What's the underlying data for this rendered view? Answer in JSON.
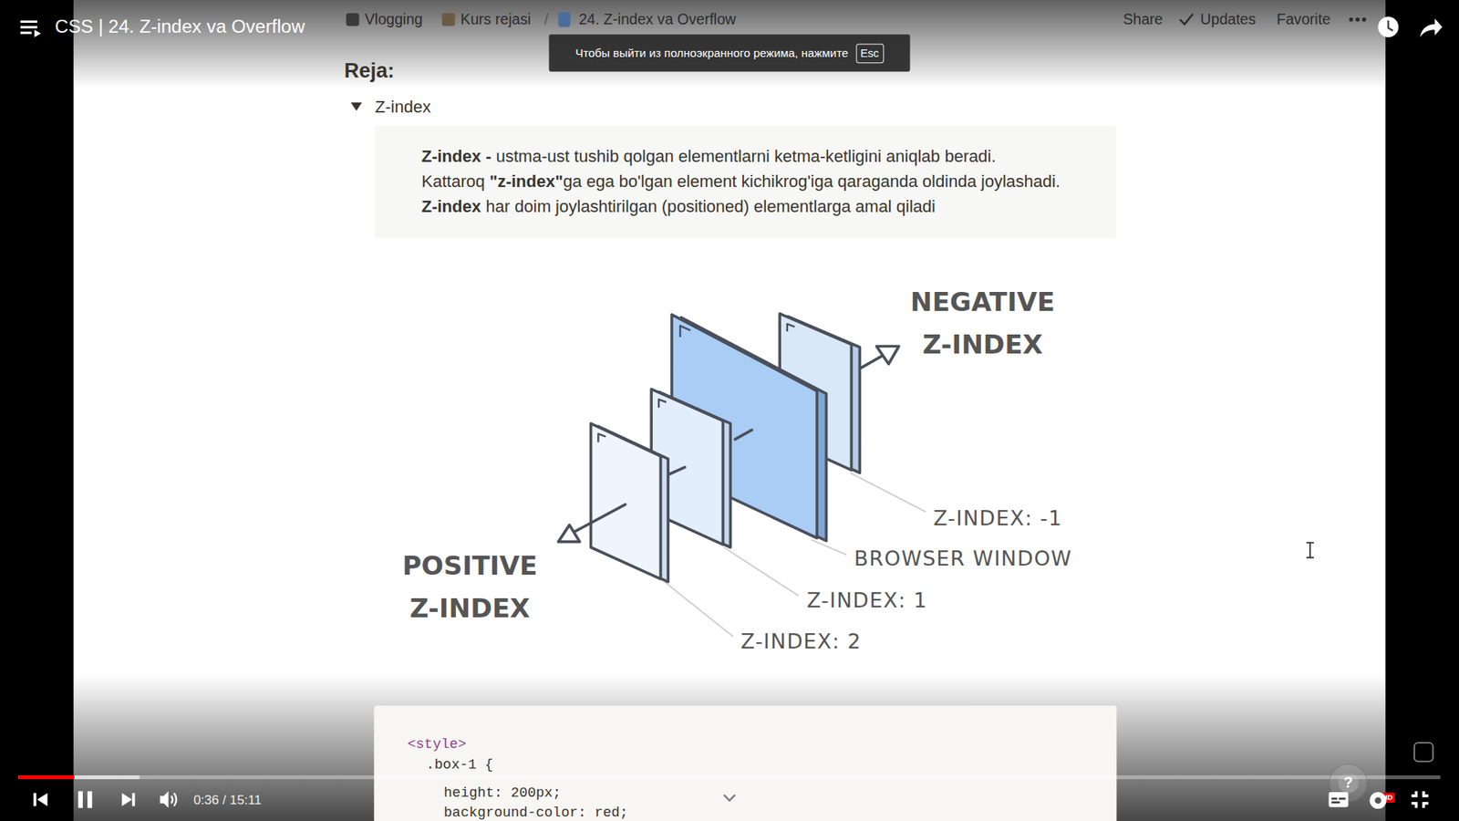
{
  "diagram": {
    "title": "CSS | 24. Z-index va Overflow",
    "nodes": [
      {
        "text": [
          "Чтобы выйти из полноэкранного режима, нажмите"
        ]
      },
      {
        "text": [
          "Esc"
        ],
        "in": 0
      },
      {
        "text": [
          "Z-index -",
          "ustma-ust tushib qolgan elementlarni ketma-ketligini aniqlab beradi.",
          "Kattaroq",
          "\"z-index\"",
          "ga ega bo'lgan element kichikrog'iga qaraganda oldinda joylashadi.",
          "Z-index",
          "har doim joylashtirilgan (positioned) elementlarga amal qiladi"
        ]
      },
      {
        "text": [
          "<style>",
          ".box-1 {",
          "height: 200px;",
          "background-color: red;"
        ]
      }
    ],
    "labels": [
      "Vlogging",
      "Kurs rejasi",
      "/",
      "24. Z-index va Overflow",
      "Share",
      "Updates",
      "Favorite",
      "Reja:",
      "Z-index",
      "NEGATIVE Z-INDEX",
      "POSITIVE Z-INDEX",
      "Z-INDEX: -1",
      "BROWSER WINDOW",
      "Z-INDEX: 1",
      "Z-INDEX: 2",
      "?",
      "0:36 / 15:11",
      "HD"
    ]
  }
}
